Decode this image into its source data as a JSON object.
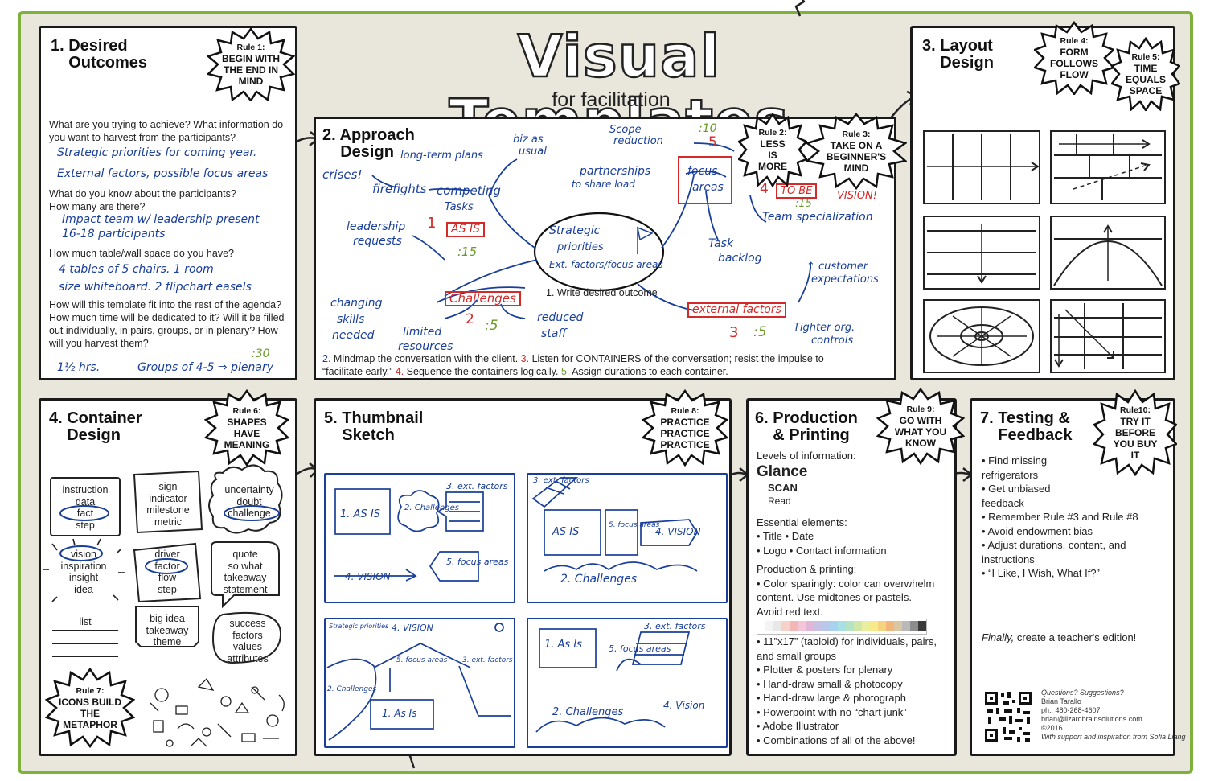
{
  "header": {
    "title": "Visual Templates",
    "subtitle": "for facilitation"
  },
  "colors": {
    "frame": "#7fb23a",
    "ink_blue": "#1a3f9a",
    "ink_red": "#d42a2a",
    "ink_green": "#6a9a2a",
    "backdrop": "#e9e6dc"
  },
  "p1": {
    "title": "1. Desired\n    Outcomes",
    "rule": {
      "num": "Rule 1:",
      "text": "BEGIN WITH THE END IN MIND"
    },
    "q1": "What are you trying to achieve? What information do you want to harvest from the participants?",
    "a1a": "Strategic priorities for coming year.",
    "a1b": "External factors, possible focus areas",
    "q2a": "What do you know about the participants?",
    "q2b": "How many are there?",
    "a2a": "Impact team w/ leadership present",
    "a2b": "16-18 participants",
    "q3": "How much table/wall space do you have?",
    "a3a": "4 tables of 5 chairs. 1 room",
    "a3b": "size whiteboard. 2 flipchart easels",
    "q4": "How will this template fit into the rest of the agenda? How much time will be dedicated to it? Will it be filled out individually, in pairs, groups, or in plenary? How will you harvest them?",
    "a4time": ":30",
    "a4a": "1½ hrs.",
    "a4b": "Groups of 4-5 ⇒ plenary"
  },
  "p2": {
    "title": "2. Approach\n    Design",
    "rule2": {
      "num": "Rule 2:",
      "text": "LESS IS MORE"
    },
    "rule3": {
      "num": "Rule 3:",
      "text": "TAKE ON A BEGINNER'S MIND"
    },
    "center": {
      "l1": "Strategic",
      "l2": "priorities",
      "l3": "Ext. factors/focus areas"
    },
    "center_caption": "1. Write desired outcome",
    "nodes": {
      "crises": "crises!",
      "longterm": "long-term plans",
      "biz": "biz as",
      "biz2": "usual",
      "firefights": "firefights",
      "competing": "competing",
      "tasks": "Tasks",
      "leadership": "leadership",
      "requests": "requests",
      "scope": "Scope",
      "reduction": "reduction",
      "partnerships": "partnerships",
      "share": "to share load",
      "focus1": "focus",
      "focus2": "areas",
      "team": "Team specialization",
      "task": "Task",
      "backlog": "backlog",
      "customer": "↑ customer",
      "expect": "expectations",
      "changing": "changing",
      "skills": "skills",
      "needed": "needed",
      "limited": "limited",
      "resources": "resources",
      "reduced": "reduced",
      "staff": "staff",
      "tighter": "Tighter org.",
      "controls": "controls"
    },
    "containers": {
      "asis": "AS IS",
      "challenges": "Challenges",
      "external": "external factors",
      "tobe": "TO BE",
      "vision": "VISION!"
    },
    "marks": {
      "n1": "1",
      "t1": ":15",
      "n2": "2",
      "t2": ":5",
      "n3": "3",
      "t3": ":5",
      "n4": "4",
      "t4": ":15",
      "n5": "5",
      "t5": ":10"
    },
    "footer": {
      "n2": "2.",
      "s2": " Mindmap the conversation with the client. ",
      "n3": "3.",
      "s3": " Listen for CONTAINERS of the conversation; resist the impulse to",
      "s3b": "“facilitate early.” ",
      "n4": "4.",
      "s4": " Sequence the containers logically. ",
      "n5": "5.",
      "s5": " Assign durations to each container."
    }
  },
  "p3": {
    "title": "3. Layout\n    Design",
    "rule4": {
      "num": "Rule 4:",
      "text": "FORM FOLLOWS FLOW"
    },
    "rule5": {
      "num": "Rule 5:",
      "text": "TIME EQUALS SPACE"
    }
  },
  "p4": {
    "title": "4. Container\n    Design",
    "rule6": {
      "num": "Rule 6:",
      "text": "SHAPES HAVE MEANING"
    },
    "rule7": {
      "num": "Rule 7:",
      "text": "ICONS BUILD THE METAPHOR"
    },
    "c1": [
      "instruction",
      "data",
      "fact",
      "step"
    ],
    "c2": [
      "sign",
      "indicator",
      "milestone",
      "metric"
    ],
    "c3": [
      "uncertainty",
      "doubt",
      "challenge"
    ],
    "c4": [
      "vision",
      "inspiration",
      "insight",
      "idea"
    ],
    "c5": [
      "driver",
      "factor",
      "flow",
      "step"
    ],
    "c6": [
      "quote",
      "so what",
      "takeaway",
      "statement"
    ],
    "c7": [
      "list"
    ],
    "c8": [
      "big idea",
      "takeaway",
      "theme"
    ],
    "c9": [
      "success factors",
      "values",
      "attributes"
    ]
  },
  "p5": {
    "title": "5. Thumbnail\n    Sketch",
    "rule8": {
      "num": "Rule 8:",
      "text": "PRACTICE PRACTICE PRACTICE"
    },
    "t1": {
      "asis": "1. AS IS",
      "chal": "2. Challenges",
      "ext": "3. ext. factors",
      "vision": "4. VISION",
      "focus": "5. focus areas"
    },
    "t2": {
      "ext": "3. ext. factors",
      "asis": "AS IS",
      "focus": "5. focus areas",
      "vision": "4. VISION",
      "chal": "2. Challenges"
    },
    "t3": {
      "strat": "Strategic priorities",
      "vision": "4. VISION",
      "focus": "5. focus areas",
      "ext": "3. ext. factors",
      "chal": "2. Challenges",
      "asis": "1. As Is"
    },
    "t4": {
      "asis": "1. As Is",
      "focus": "5. focus areas",
      "ext": "3. ext. factors",
      "chal": "2. Challenges",
      "vision": "4. Vision"
    }
  },
  "p6": {
    "title": "6. Production\n    & Printing",
    "rule9": {
      "num": "Rule 9:",
      "text": "GO WITH WHAT YOU KNOW"
    },
    "levels": "Levels of information:",
    "glance": "Glance",
    "scan": "SCAN",
    "read": "Read",
    "essential": "Essential elements:",
    "e1": "• Title  • Date",
    "e2": "• Logo  • Contact information",
    "pp": "Production & printing:",
    "pp1": "• Color sparingly: color can overwhelm",
    "pp1b": "   content. Use midtones or pastels.",
    "pp1c": "   Avoid red text.",
    "pp2": "• 11”x17” (tabloid) for individuals, pairs,",
    "pp2b": "   and small groups",
    "pp3": "• Plotter & posters for plenary",
    "pp4": "• Hand-draw small & photocopy",
    "pp5": "• Hand-draw large & photograph",
    "pp6": "• Powerpoint with no “chart junk”",
    "pp7": "• Adobe Illustrator",
    "pp8": "• Combinations of all of the above!",
    "palette": [
      "#ffffff",
      "#f4f4f4",
      "#e8e8e8",
      "#f6d2c8",
      "#f3b7b5",
      "#f4c6d8",
      "#e2b6d9",
      "#c7c1e3",
      "#b8c7ea",
      "#a9d2ef",
      "#a9e0e6",
      "#b5e3c4",
      "#cfe7a9",
      "#e9ef9f",
      "#f6ea8a",
      "#f6d47f",
      "#f2b67a",
      "#d9c7a4",
      "#b9b9b9",
      "#8c8c8c",
      "#3a3a3a"
    ]
  },
  "p7": {
    "title": "7. Testing &\n    Feedback",
    "rule10": {
      "num": "Rule10:",
      "text": "TRY IT BEFORE YOU BUY IT"
    },
    "items": [
      "• Find missing",
      "   refrigerators",
      "• Get unbiased",
      "   feedback",
      "• Remember Rule #3 and Rule #8",
      "• Avoid endowment bias",
      "• Adjust durations, content, and",
      "   instructions",
      "• “I Like, I Wish, What If?”"
    ],
    "finally_em": "Finally,",
    "finally": " create a teacher's edition!",
    "contact": [
      "Questions? Suggestions?",
      "Brian Tarallo",
      "ph.: 480-268-4607",
      "brian@lizardbrainsolutions.com",
      "©2016",
      "With support and inspiration from Sofia Liang"
    ]
  }
}
